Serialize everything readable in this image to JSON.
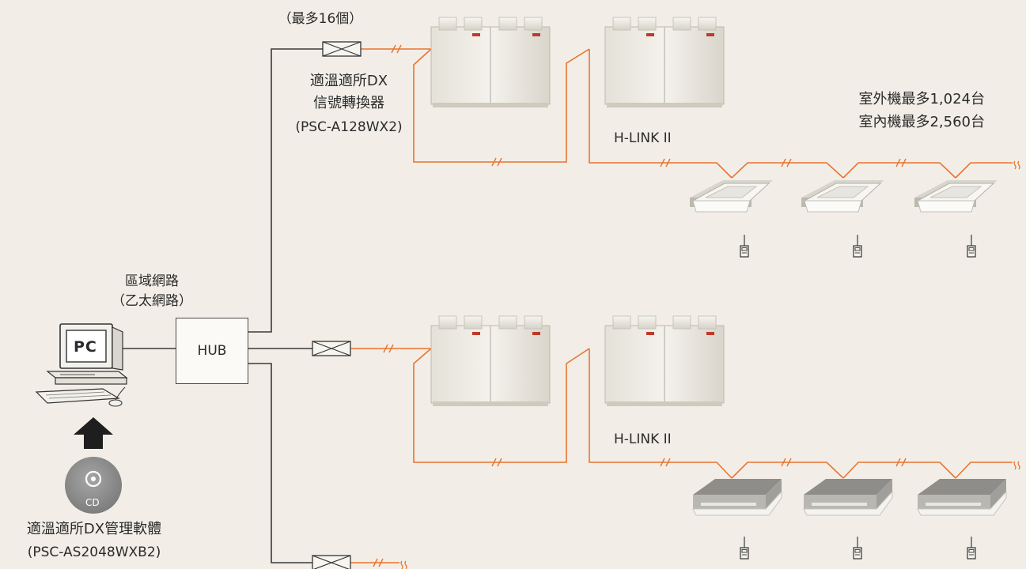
{
  "labels": {
    "max_converters": "（最多16個）",
    "converter_line1": "適溫適所DX",
    "converter_line2": "信號轉換器",
    "converter_model": "(PSC-A128WX2)",
    "capacity_outdoor": "室外機最多1,024台",
    "capacity_indoor": "室內機最多2,560台",
    "hlink_top": "H-LINK II",
    "hlink_bottom": "H-LINK II",
    "lan_line1": "區域網路",
    "lan_line2": "（乙太網路）",
    "hub": "HUB",
    "pc": "PC",
    "cd": "CD",
    "software_name": "適溫適所DX管理軟體",
    "software_model": "(PSC-AS2048WXB2)"
  },
  "colors": {
    "background": "#f2eee7",
    "signal_line": "#e8742f",
    "network_line": "#3a3a3a",
    "unit_body": "#ece9e1",
    "cd_disc": "#8d8d8d"
  },
  "icons": {
    "computer": "pc-icon",
    "arrow": "up-arrow-icon",
    "disc": "cd-icon",
    "converter": "converter-box-icon",
    "outdoor_unit": "outdoor-unit-icon",
    "indoor_unit_4way": "cassette-4way-icon",
    "indoor_unit_2way": "cassette-2way-icon",
    "remote": "remote-controller-icon",
    "break_mark": "line-break-icon"
  }
}
